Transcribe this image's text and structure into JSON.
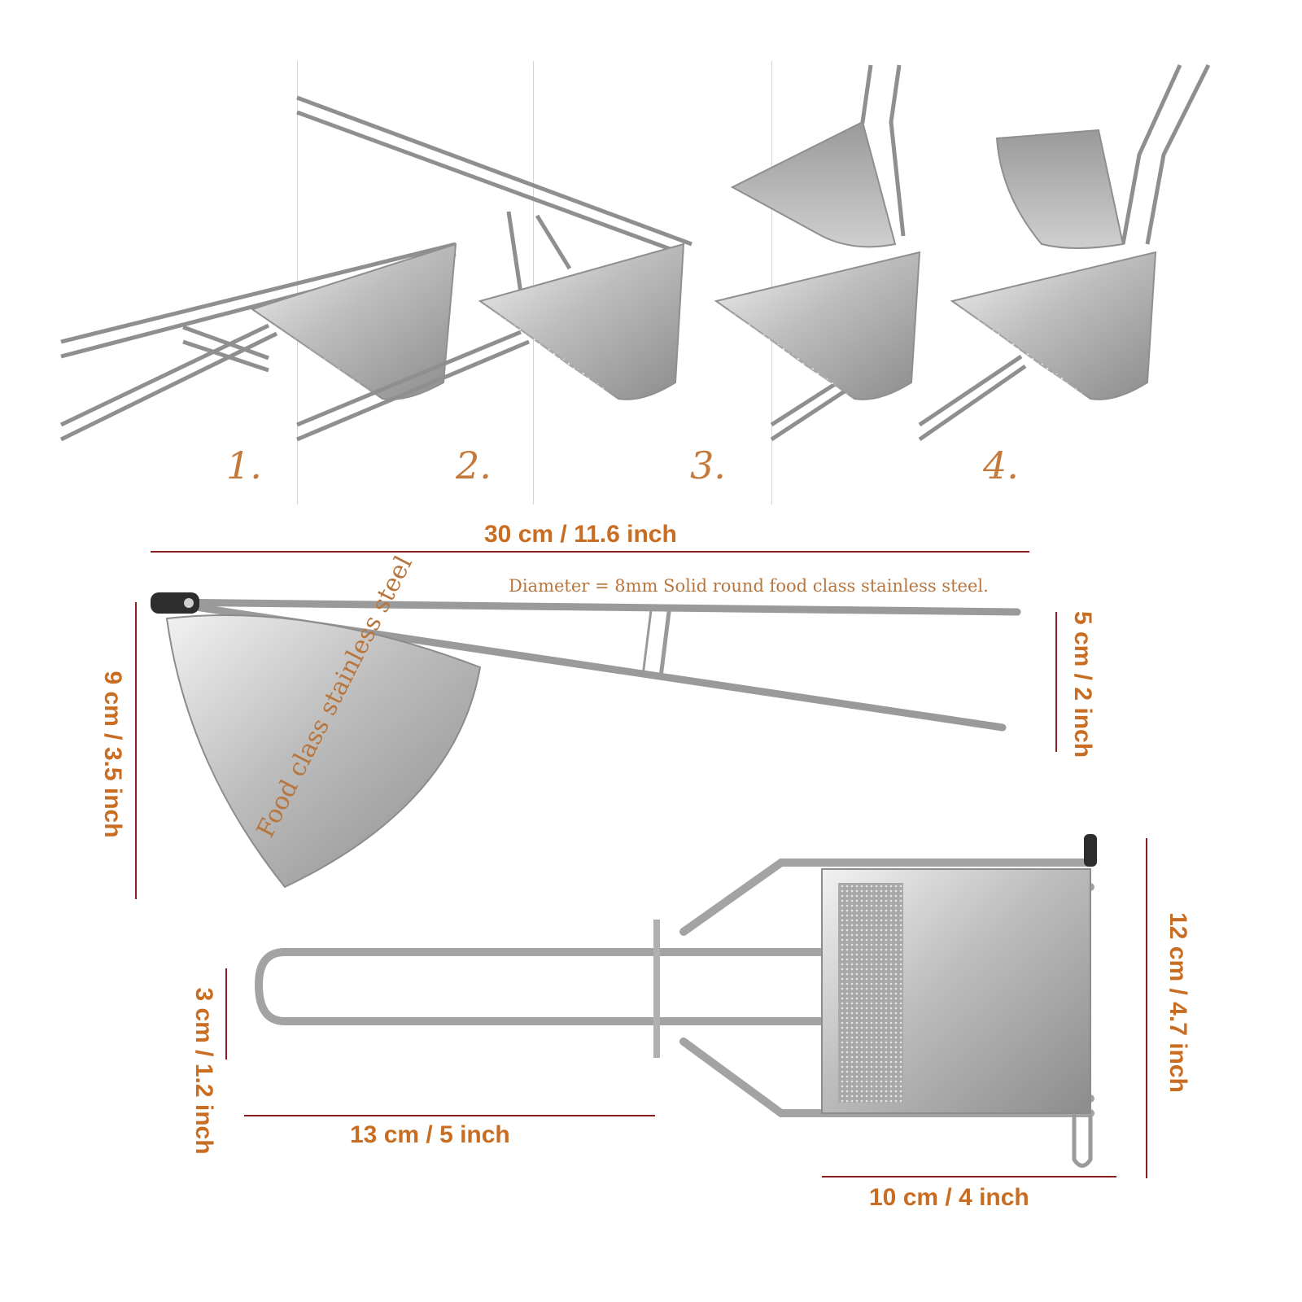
{
  "steps": [
    "1.",
    "2.",
    "3.",
    "4."
  ],
  "dimensions": {
    "length": "30 cm  /  11.6  inch",
    "handle_gap": "5 cm  /  2  inch",
    "height": "9 cm  /  3.5  inch",
    "head_width": "12 cm  /  4.7  inch",
    "handle_width": "3 cm  /  1.2  inch",
    "handle_length": "13 cm  /  5  inch",
    "head_depth": "10 cm  /  4  inch"
  },
  "notes": {
    "diameter": "Diameter = 8mm Solid round food class stainless steel.",
    "material": "Food class stainless steel"
  },
  "colors": {
    "dimension_text": "#c86d22",
    "dimension_line": "#8a1d1d",
    "note_text": "#b8763e",
    "steel": "#b9b9b9"
  }
}
